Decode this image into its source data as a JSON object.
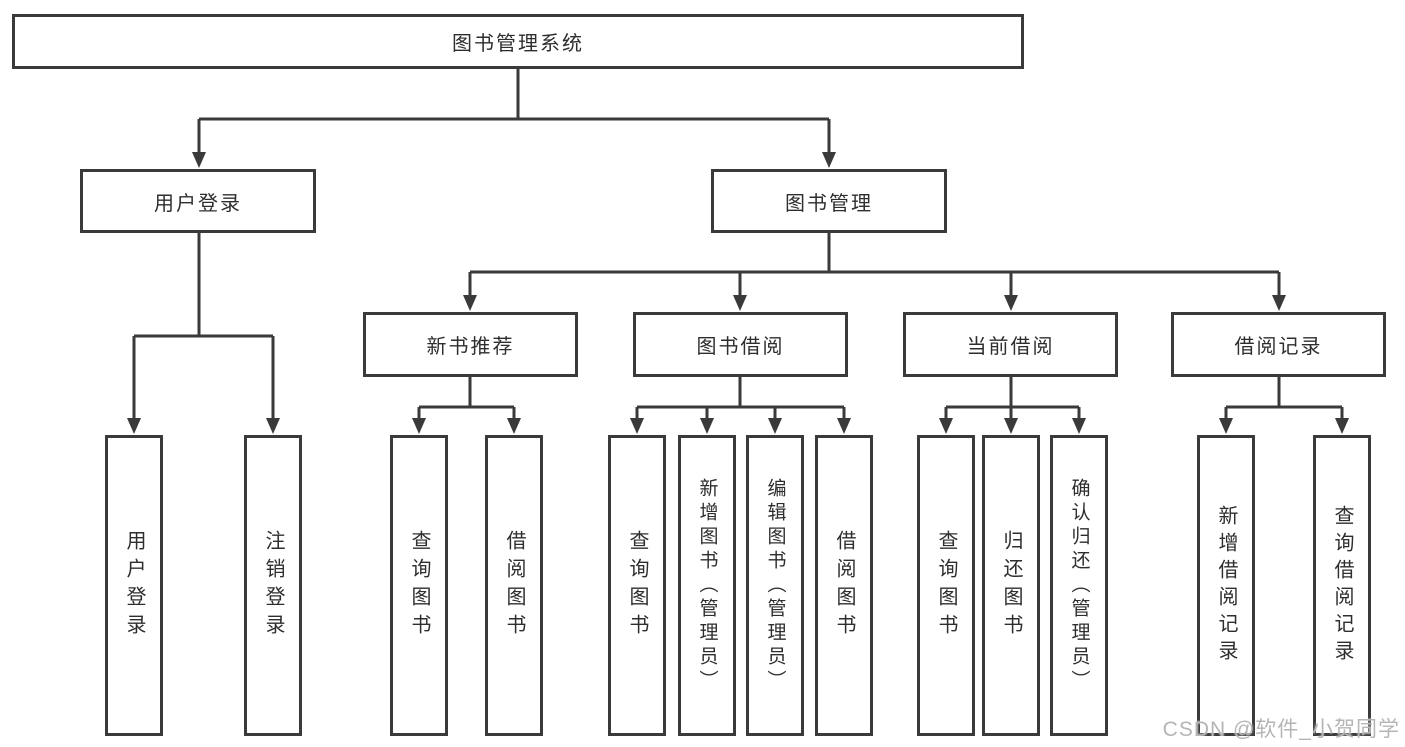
{
  "diagram": {
    "type": "hierarchy-tree",
    "colors": {
      "line": "#3a3a3a",
      "box_border": "#3a3a3a",
      "text": "#2e2e2e",
      "background": "#ffffff",
      "watermark": "#b5b5b5"
    },
    "watermark": "CSDN @软件_小贺同学",
    "tree": {
      "label": "图书管理系统",
      "children": [
        {
          "label": "用户登录",
          "children": [
            {
              "label": "用户登录"
            },
            {
              "label": "注销登录"
            }
          ]
        },
        {
          "label": "图书管理",
          "children": [
            {
              "label": "新书推荐",
              "children": [
                {
                  "label": "查询图书"
                },
                {
                  "label": "借阅图书"
                }
              ]
            },
            {
              "label": "图书借阅",
              "children": [
                {
                  "label": "查询图书"
                },
                {
                  "label": "新增图书（管理员）"
                },
                {
                  "label": "编辑图书（管理员）"
                },
                {
                  "label": "借阅图书"
                }
              ]
            },
            {
              "label": "当前借阅",
              "children": [
                {
                  "label": "查询图书"
                },
                {
                  "label": "归还图书"
                },
                {
                  "label": "确认归还（管理员）"
                }
              ]
            },
            {
              "label": "借阅记录",
              "children": [
                {
                  "label": "新增借阅记录"
                },
                {
                  "label": "查询借阅记录"
                }
              ]
            }
          ]
        }
      ]
    }
  }
}
